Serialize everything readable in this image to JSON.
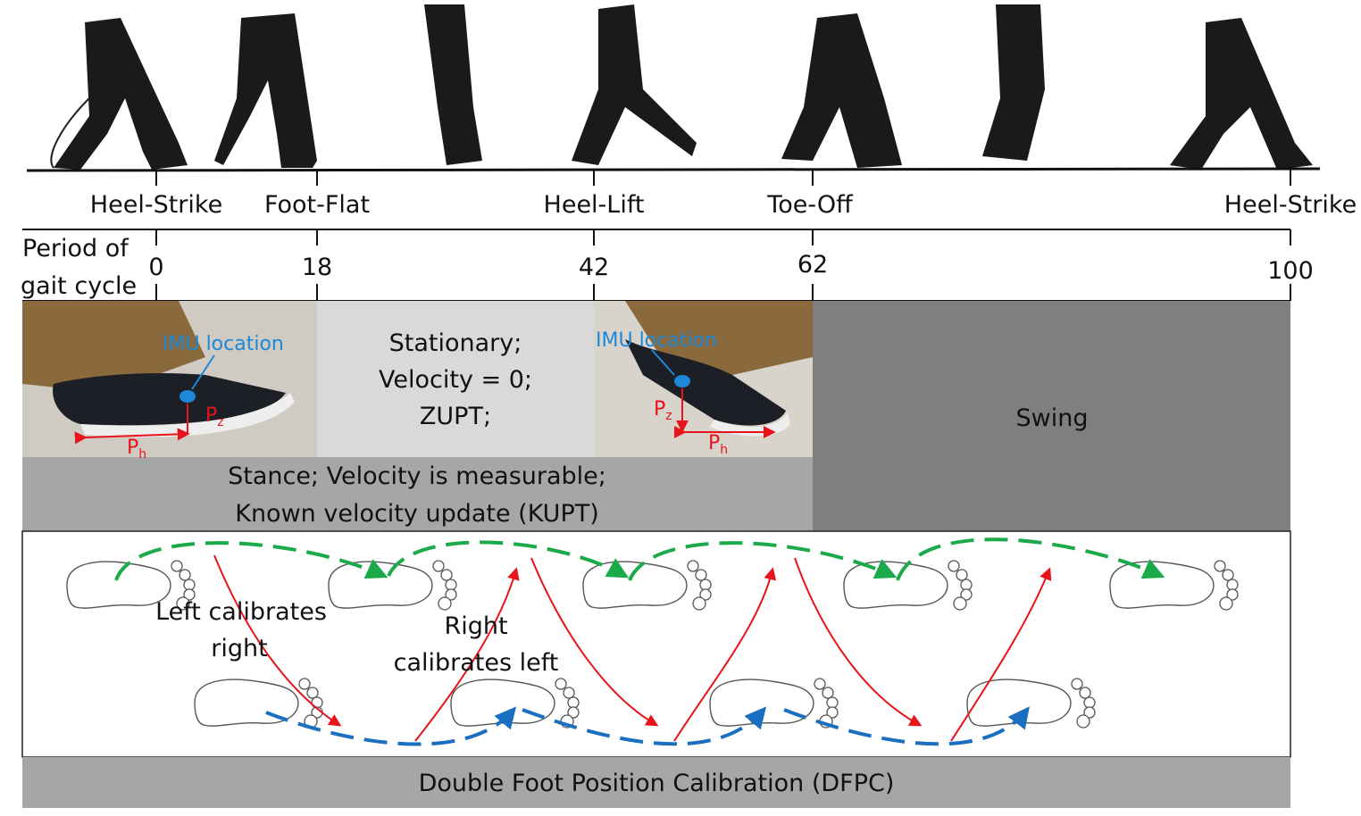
{
  "phases": [
    {
      "label": "Heel-Strike",
      "value": "0"
    },
    {
      "label": "Foot-Flat",
      "value": "18"
    },
    {
      "label": "Heel-Lift",
      "value": "42"
    },
    {
      "label": "Toe-Off",
      "value": "62"
    },
    {
      "label": "Heel-Strike",
      "value": "100"
    }
  ],
  "axis_label_line1": "Period of",
  "axis_label_line2": "gait cycle",
  "imu_label": "IMU location",
  "pz_label": "P",
  "pz_sub": "z",
  "ph_label": "P",
  "ph_sub": "h",
  "stationary": [
    "Stationary;",
    "Velocity = 0;",
    "ZUPT;"
  ],
  "swing": "Swing",
  "stance": [
    "Stance; Velocity is measurable;",
    "Known velocity update (KUPT)"
  ],
  "left_calibrates": [
    "Left calibrates",
    "right"
  ],
  "right_calibrates": [
    "Right",
    "calibrates left"
  ],
  "dfpc": "Double Foot Position Calibration (DFPC)",
  "colors": {
    "green": "#1aaa4a",
    "blue": "#1a6fc0",
    "red": "#e8131b",
    "light_gray": "#d9d9d9",
    "mid_gray": "#a6a6a6",
    "dark_gray": "#7f7f7f",
    "imu_blue": "#1e88d8"
  }
}
